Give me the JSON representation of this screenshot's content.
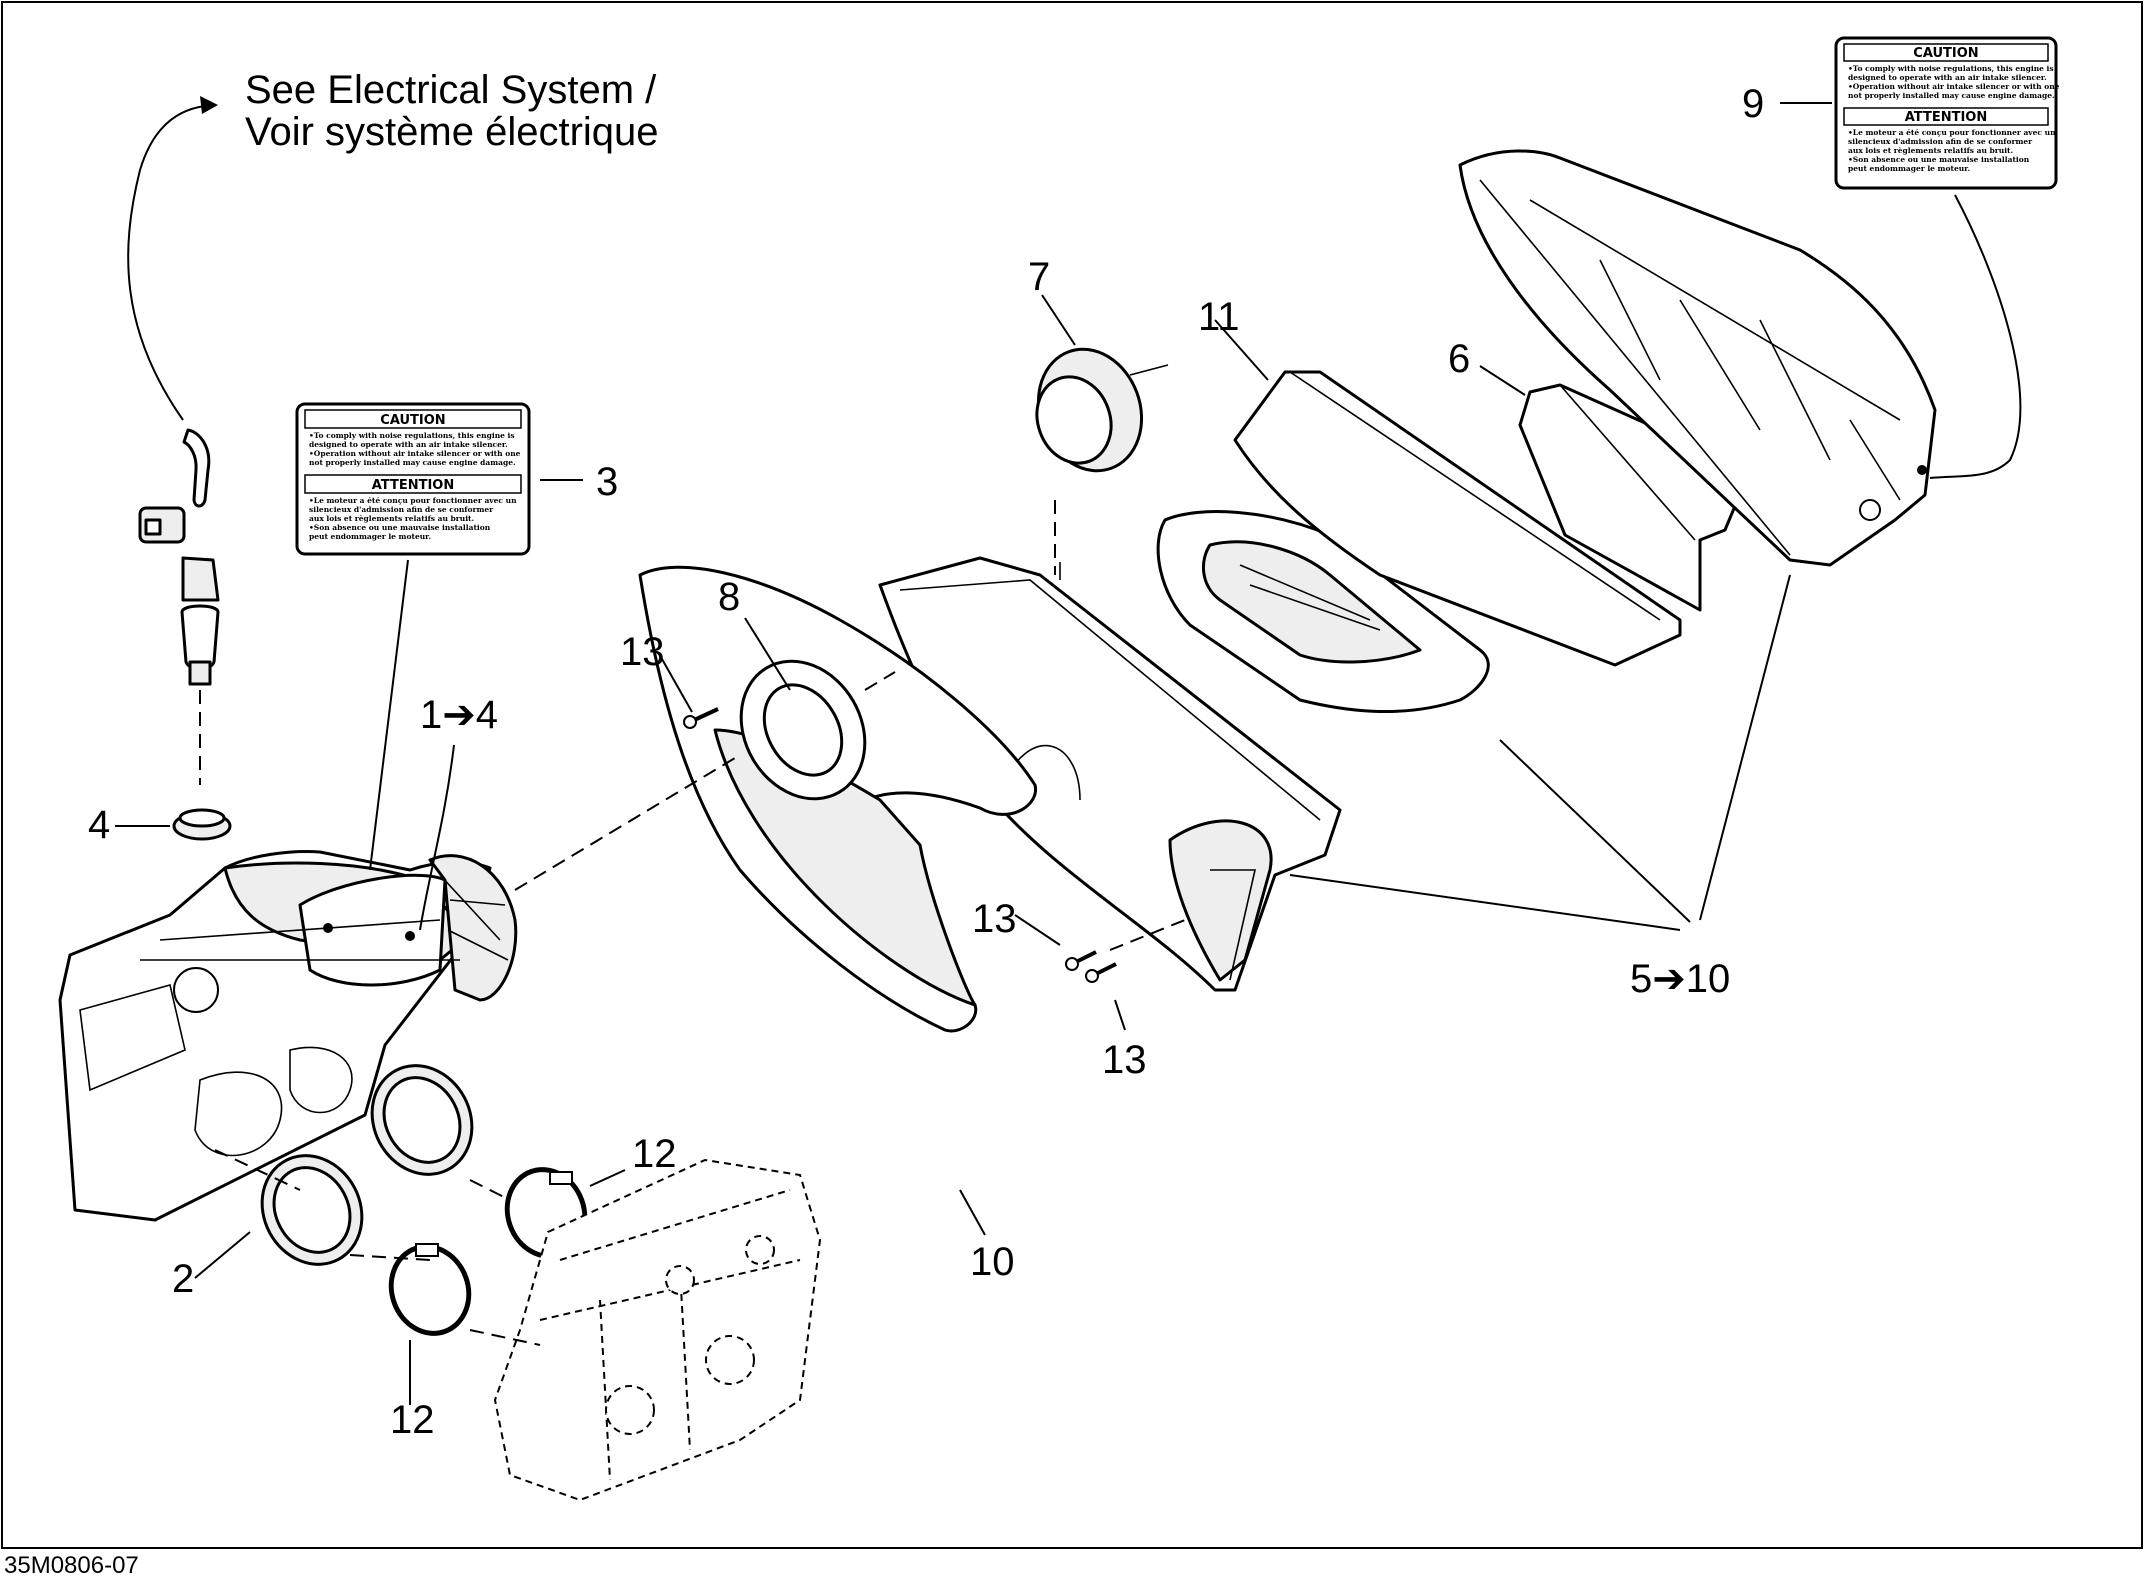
{
  "reference_note": {
    "line1": "See Electrical System /",
    "line2": "Voir système électrique"
  },
  "figure_id": "35M0806-07",
  "callouts": {
    "c1_4": "1➔4",
    "c2": "2",
    "c3": "3",
    "c4": "4",
    "c5_10": "5➔10",
    "c6": "6",
    "c7": "7",
    "c8": "8",
    "c9": "9",
    "c10": "10",
    "c11": "11",
    "c12_top": "12",
    "c12_bottom": "12",
    "c13_left": "13",
    "c13_mid": "13",
    "c13_low": "13"
  },
  "warning_label": {
    "caution": "CAUTION",
    "attention": "ATTENTION",
    "caution_lines": [
      "•To comply with noise regulations, this engine is",
      "designed to operate with an air intake silencer.",
      "•Operation without air intake silencer or with one",
      "not properly installed may cause engine damage."
    ],
    "attention_lines": [
      "•Le moteur a été conçu pour fonctionner avec un",
      "silencieux d'admission afin de se conformer",
      "aux lois et règlements relatifs au bruit.",
      "•Son absence ou une mauvaise installation",
      "peut endommager le moteur."
    ]
  }
}
